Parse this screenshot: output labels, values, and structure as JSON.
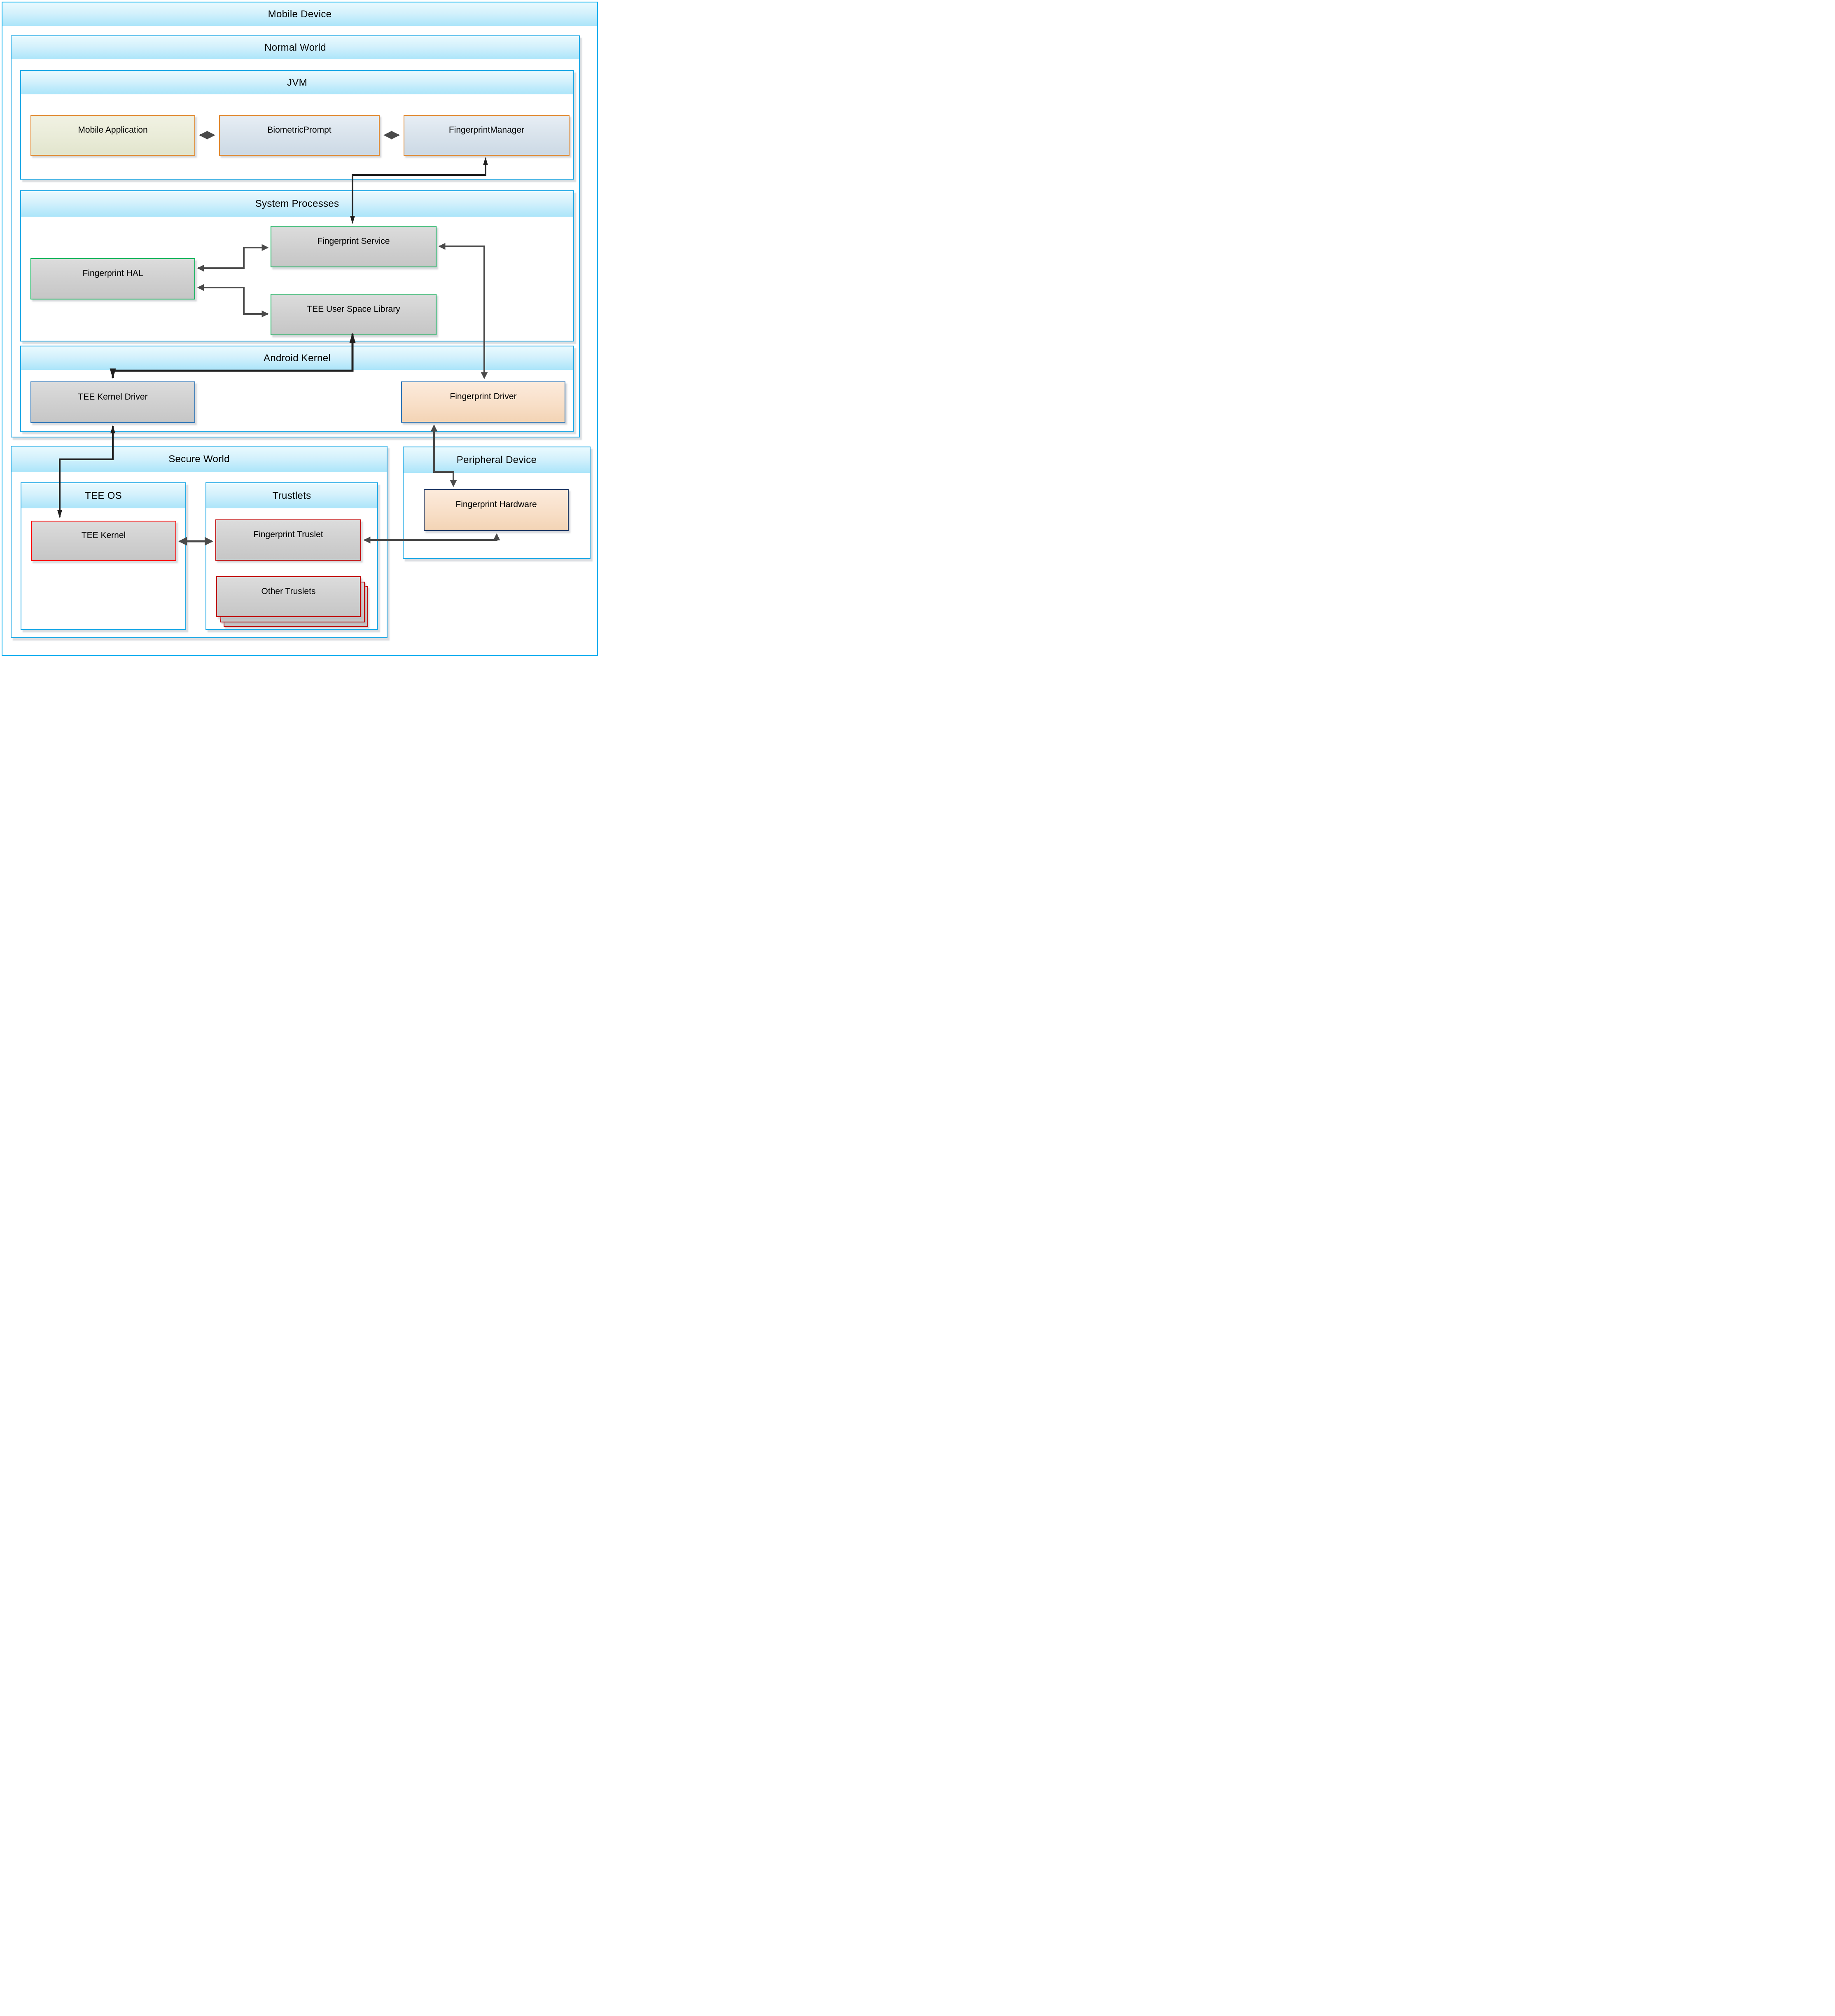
{
  "diagram_title": "Mobile Device",
  "containers": {
    "mobile_device": {
      "title": "Mobile Device"
    },
    "normal_world": {
      "title": "Normal World"
    },
    "jvm": {
      "title": "JVM"
    },
    "system_processes": {
      "title": "System Processes"
    },
    "android_kernel": {
      "title": "Android Kernel"
    },
    "secure_world": {
      "title": "Secure World"
    },
    "tee_os": {
      "title": "TEE OS"
    },
    "trustlets": {
      "title": "Trustlets"
    },
    "peripheral_device": {
      "title": "Peripheral Device"
    }
  },
  "nodes": {
    "mobile_application": {
      "label": "Mobile Application"
    },
    "biometric_prompt": {
      "label": "BiometricPrompt"
    },
    "fingerprint_manager": {
      "label": "FingerprintManager"
    },
    "fingerprint_service": {
      "label": "Fingerprint Service"
    },
    "fingerprint_hal": {
      "label": "Fingerprint HAL"
    },
    "tee_user_space_library": {
      "label": "TEE User Space Library"
    },
    "tee_kernel_driver": {
      "label": "TEE Kernel Driver"
    },
    "fingerprint_driver": {
      "label": "Fingerprint Driver"
    },
    "tee_kernel": {
      "label": "TEE Kernel"
    },
    "fingerprint_truslet": {
      "label": "Fingerprint Truslet"
    },
    "other_truslets": {
      "label": "Other Truslets"
    },
    "fingerprint_hardware": {
      "label": "Fingerprint Hardware"
    }
  },
  "colors": {
    "container_border": "#00aeef",
    "header_gradient_top": "#eafafe",
    "header_gradient_bottom": "#abe5fa",
    "box_border_orange": "#e0882f",
    "box_border_green": "#00b050",
    "box_border_blue": "#2e75b6",
    "box_border_red": "#ff0000",
    "box_border_dark_red": "#c00000",
    "box_border_navy": "#1f3864",
    "box_fill_gray": "#d0d0d0",
    "box_fill_blue": "#d9e3ec",
    "box_fill_olive": "#eaecd9",
    "box_fill_tan": "#f8dfc8",
    "arrow_gray": "#4a4a4a",
    "arrow_black": "#1f1f1f"
  }
}
